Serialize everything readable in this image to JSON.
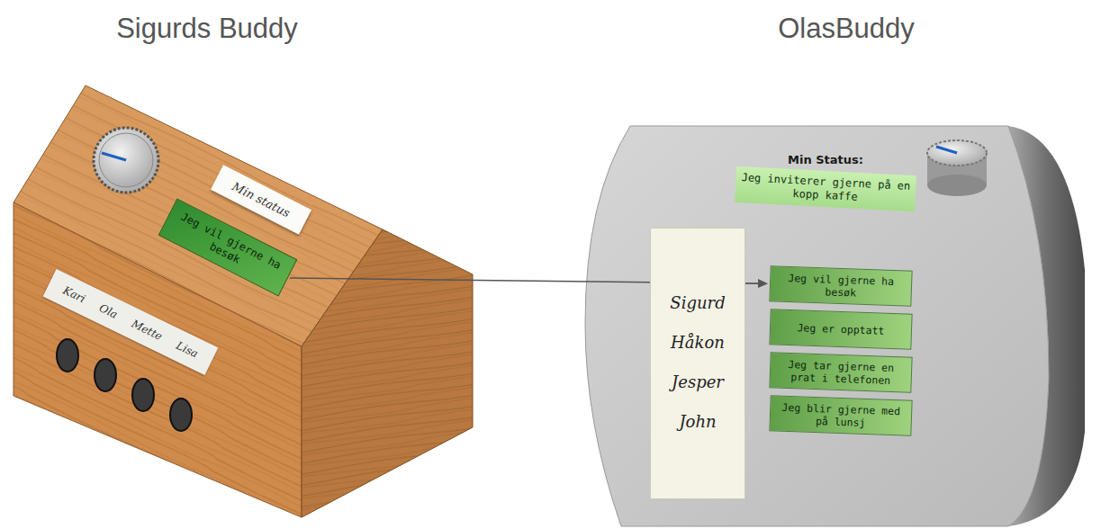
{
  "diagram": {
    "nodes": [
      {
        "text": [
          "Min status"
        ]
      },
      {
        "text": [
          "Jeg vil gjerne ha besøk"
        ]
      },
      {
        "text": [
          "Kari",
          "Ola",
          "Mette",
          "Lisa"
        ]
      },
      {
        "text": [
          "Min Status:",
          "Jeg inviterer gjerne på en kopp kaffe"
        ]
      },
      {
        "text": [
          "Sigurd",
          "Håkon",
          "Jesper",
          "John"
        ]
      },
      {
        "text": [
          "Jeg vil gjerne ha besøk"
        ]
      },
      {
        "text": [
          "Jeg er opptatt"
        ]
      },
      {
        "text": [
          "Jeg tar gjerne en prat i telefonen"
        ]
      },
      {
        "text": [
          "Jeg blir gjerne med på lunsj"
        ]
      }
    ],
    "edges": [
      {
        "from": 1,
        "to": 5,
        "arrow": "to"
      }
    ],
    "labels": [
      "Sigurds Buddy",
      "OlasBuddy"
    ]
  }
}
